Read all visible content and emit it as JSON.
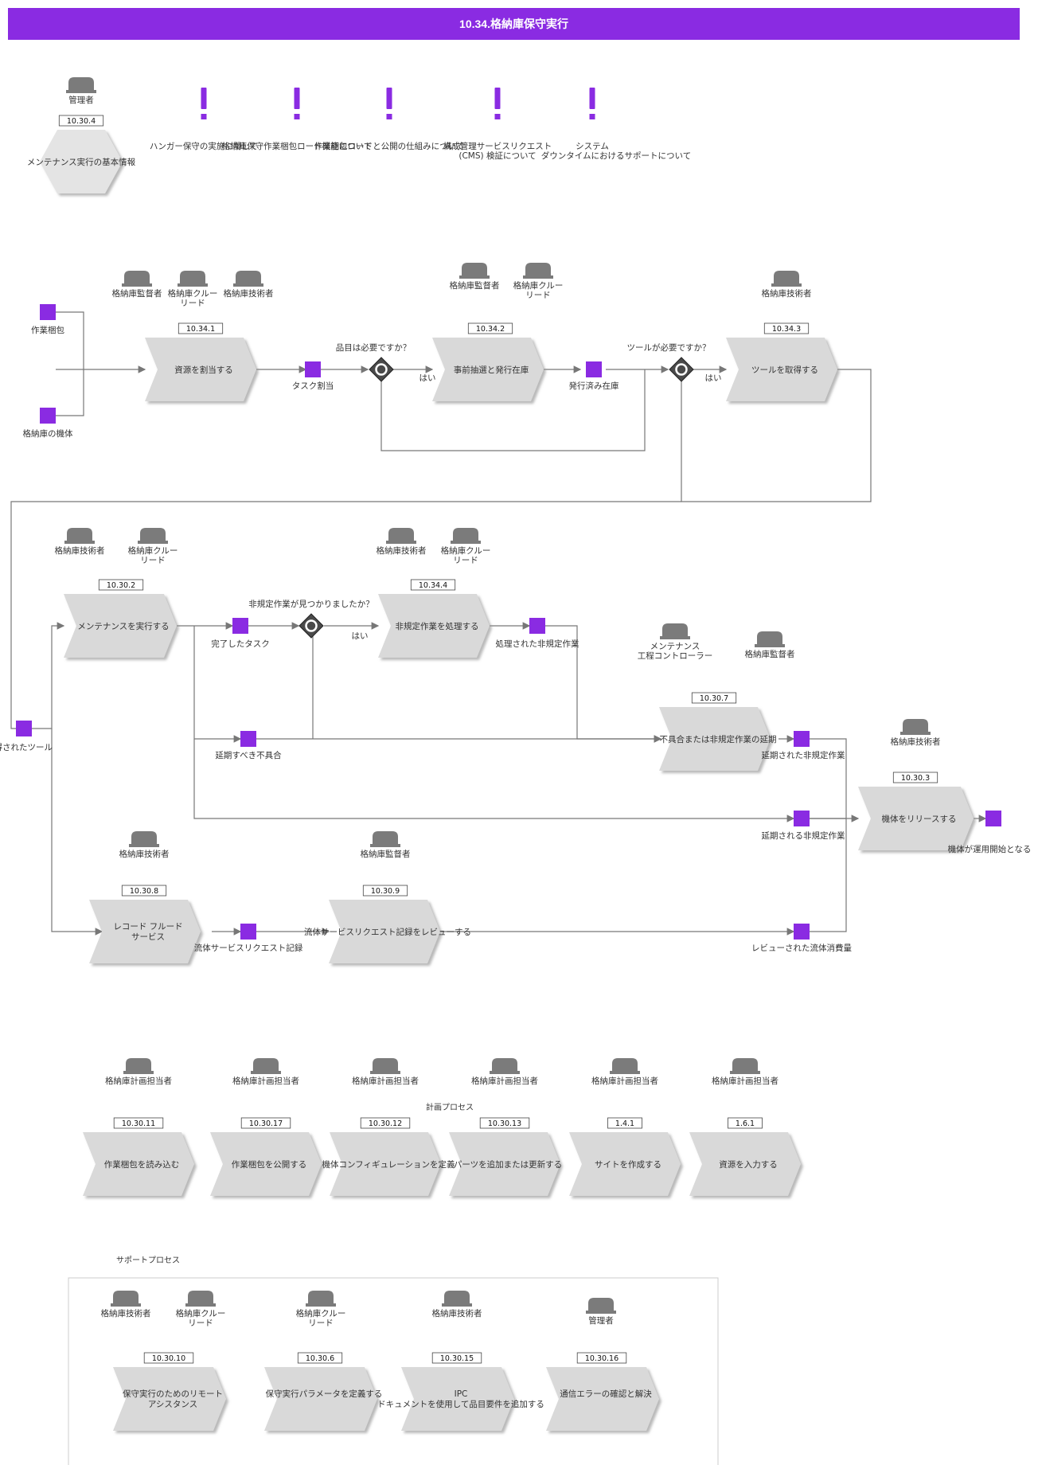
{
  "title": "10.34.格納庫保守実行",
  "colors": {
    "accent": "#8a2be2",
    "shape_fill": "#d9d9d9",
    "role_fill": "#7b7b7b",
    "line": "#777777"
  },
  "header_section": {
    "role": "管理者",
    "code": "10.30.4",
    "process": "メンテナンス実行の基本情報",
    "notes": [
      {
        "line1": "ハンガー保守の実施に関して"
      },
      {
        "line1": "格納庫保守作業梱包ロード機能について"
      },
      {
        "line1": "作業梱包ロードと公開の仕組みについて"
      },
      {
        "line1": "構成管理サービスリクエスト",
        "line2": "(CMS) 検証について"
      },
      {
        "line1": "システム",
        "line2": "ダウンタイムにおけるサポートについて"
      }
    ]
  },
  "flow": {
    "inputs": {
      "work_package": "作業梱包",
      "hangar_aircraft": "格納庫の機体"
    },
    "roles_assign": [
      "格納庫監督者",
      "格納庫クルーリード",
      "格納庫技術者"
    ],
    "roles_issue": [
      "格納庫監督者",
      "格納庫クルーリード"
    ],
    "roles_tool": [
      "格納庫技術者"
    ],
    "roles_maint": [
      "格納庫技術者",
      "格納庫クルーリード"
    ],
    "roles_nonroutine": [
      "格納庫技術者",
      "格納庫クルーリード"
    ],
    "roles_defer": [
      "メンテナンス工程コントローラー",
      "格納庫監督者"
    ],
    "roles_release": [
      "格納庫技術者"
    ],
    "roles_record": [
      "格納庫技術者"
    ],
    "roles_review": [
      "格納庫監督者"
    ],
    "p_assign": {
      "code": "10.34.1",
      "label": "資源を割当する"
    },
    "p_issue": {
      "code": "10.34.2",
      "label": "事前抽選と発行在庫"
    },
    "p_tool": {
      "code": "10.34.3",
      "label": "ツールを取得する"
    },
    "p_maint": {
      "code": "10.30.2",
      "label": "メンテナンスを実行する"
    },
    "p_nonroutine": {
      "code": "10.34.4",
      "label": "非規定作業を処理する"
    },
    "p_defer": {
      "code": "10.30.7",
      "label": "不具合または非規定作業の延期"
    },
    "p_release": {
      "code": "10.30.3",
      "label": "機体をリリースする"
    },
    "p_record": {
      "code": "10.30.8",
      "label1": "レコード フルード",
      "label2": "サービス"
    },
    "p_review": {
      "code": "10.30.9",
      "label": "流体サービスリクエスト記録をレビューする"
    },
    "events": {
      "task_assigned": "タスク割当",
      "issued_stock": "発行済み在庫",
      "obtained_tool": "取得されたツール",
      "completed_task": "完了したタスク",
      "processed_nonroutine": "処理された非規定作業",
      "defect_to_defer": "延期すべき不具合",
      "deferred_nonroutine": "延期された非規定作業",
      "nonroutine_to_defer": "延期される非規定作業",
      "aircraft_in_service": "機体が運用開始となる",
      "fluid_record": "流体サービスリクエスト記録",
      "reviewed_fluid": "レビューされた流体消費量"
    },
    "gateways": {
      "g1_q": "品目は必要ですか？",
      "g2_q": "ツールが必要ですか？",
      "g3_q": "非規定作業が見つかりましたか？",
      "yes": "はい"
    }
  },
  "planning": {
    "heading": "計画プロセス",
    "items": [
      {
        "role": "格納庫計画担当者",
        "code": "10.30.11",
        "label": "作業梱包を読み込む"
      },
      {
        "role": "格納庫計画担当者",
        "code": "10.30.17",
        "label": "作業梱包を公開する"
      },
      {
        "role": "格納庫計画担当者",
        "code": "10.30.12",
        "label": "機体コンフィギュレーションを定義"
      },
      {
        "role": "格納庫計画担当者",
        "code": "10.30.13",
        "label": "パーツを追加または更新する"
      },
      {
        "role": "格納庫計画担当者",
        "code": "1.4.1",
        "label": "サイトを作成する"
      },
      {
        "role": "格納庫計画担当者",
        "code": "1.6.1",
        "label": "資源を入力する"
      }
    ]
  },
  "support": {
    "heading": "サポートプロセス",
    "items": [
      {
        "roles": [
          "格納庫技術者",
          "格納庫クルーリード"
        ],
        "code": "10.30.10",
        "label1": "保守実行のためのリモート",
        "label2": "アシスタンス"
      },
      {
        "roles": [
          "格納庫クルーリード"
        ],
        "code": "10.30.6",
        "label1": "保守実行パラメータを定義する",
        "label2": ""
      },
      {
        "roles": [
          "格納庫技術者"
        ],
        "code": "10.30.15",
        "label1": "IPC",
        "label2": "ドキュメントを使用して品目要件を追加する"
      },
      {
        "roles": [
          "管理者"
        ],
        "code": "10.30.16",
        "label1": "通信エラーの確認と解決",
        "label2": ""
      }
    ]
  }
}
